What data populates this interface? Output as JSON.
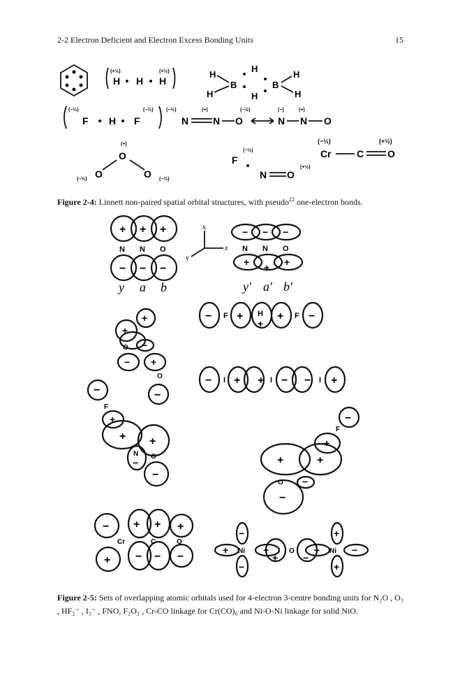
{
  "header": {
    "section": "2-2    Electron Deficient and Electron Excess Bonding Units",
    "page": "15"
  },
  "figure1": {
    "label": "Figure 2-4:",
    "caption_pre": " Linnett non-paired spatial orbital structures, with pseudo",
    "ref": "22",
    "caption_post": " one-electron bonds.",
    "charges": {
      "plus_half": "(+½)",
      "minus_half": "(−½)",
      "plus": "(+)",
      "minus": "(−)"
    },
    "atoms": {
      "H": "H",
      "B": "B",
      "F": "F",
      "N": "N",
      "O": "O",
      "Cr": "Cr",
      "C": "C"
    }
  },
  "figure2": {
    "label": "Figure 2-5:",
    "caption": " Sets of overlapping atomic orbitals used for 4-electron 3-centre bonding units for N₂O , O₃ , HF₂⁻ , I₃⁻ , FNO, F₂O₂ , Cr-CO linkage for Cr(CO)₆ and Ni-O-Ni linkage for solid NiO.",
    "labels": {
      "y": "y",
      "a": "a",
      "b": "b",
      "y2": "y′",
      "a2": "a′",
      "b2": "b′",
      "x": "x",
      "z": "z",
      "N": "N",
      "O": "O",
      "F": "F",
      "H": "H",
      "I": "I",
      "Cr": "Cr",
      "C": "C",
      "Ni": "Ni",
      "plus": "+",
      "minus": "−"
    }
  }
}
